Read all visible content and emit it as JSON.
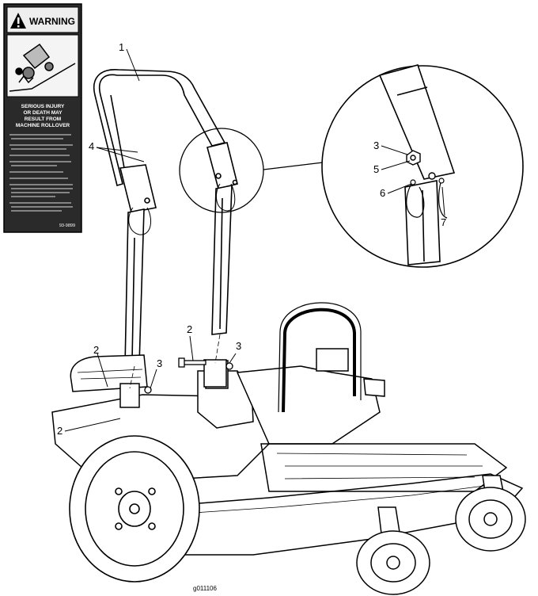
{
  "decal": {
    "header": "WARNING",
    "headline": [
      "SERIOUS INJURY",
      "OR DEATH MAY",
      "RESULT FROM",
      "MACHINE ROLLOVER"
    ],
    "part_number": "93-9899"
  },
  "callouts": {
    "c1": "1",
    "c2_top": "2",
    "c2_left_upper": "2",
    "c2_left_lower": "2",
    "c3_left": "3",
    "c3_right": "3",
    "c3_detail": "3",
    "c4": "4",
    "c5": "5",
    "c6": "6",
    "c7": "7"
  },
  "figure_number": "g011106"
}
